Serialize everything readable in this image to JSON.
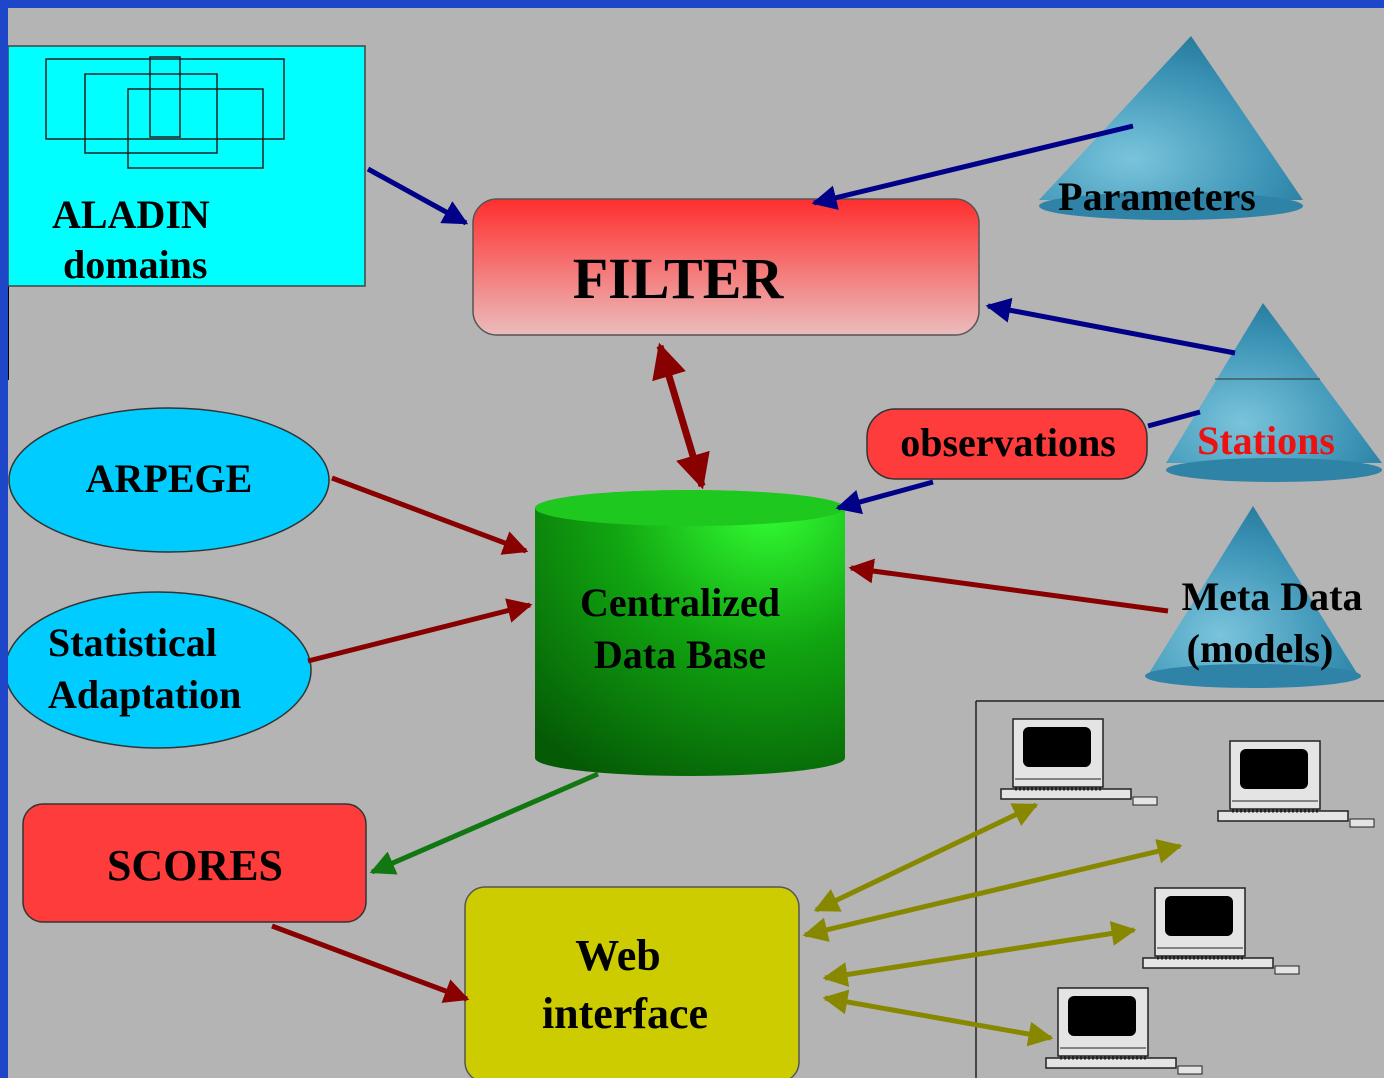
{
  "aladin": {
    "line1": "ALADIN",
    "line2": "domains"
  },
  "filter": {
    "label": "FILTER"
  },
  "parameters": {
    "label": "Parameters"
  },
  "stations": {
    "label": "Stations"
  },
  "observations": {
    "label": "observations"
  },
  "arpege": {
    "label": "ARPEGE"
  },
  "statistical": {
    "line1": "Statistical",
    "line2": "Adaptation"
  },
  "database": {
    "line1": "Centralized",
    "line2": "Data Base"
  },
  "metadata": {
    "line1": "Meta Data",
    "line2": "(models)"
  },
  "scores": {
    "label": "SCORES"
  },
  "web": {
    "line1": "Web",
    "line2": "interface"
  },
  "colors": {
    "background": "#b4b4b4",
    "border": "#1d46c8",
    "aladin_box": "#00ffff",
    "filter_top": "#ff3a3a",
    "filter_bottom": "#e8b4b4",
    "ellipse": "#00ccff",
    "cylinder": "#11a611",
    "scores": "#ff3c3c",
    "web": "#cccc00",
    "arrow_navy": "#000088",
    "arrow_maroon": "#880000",
    "arrow_green": "#117711",
    "arrow_olive": "#888800",
    "stations_text": "#ee1111"
  }
}
